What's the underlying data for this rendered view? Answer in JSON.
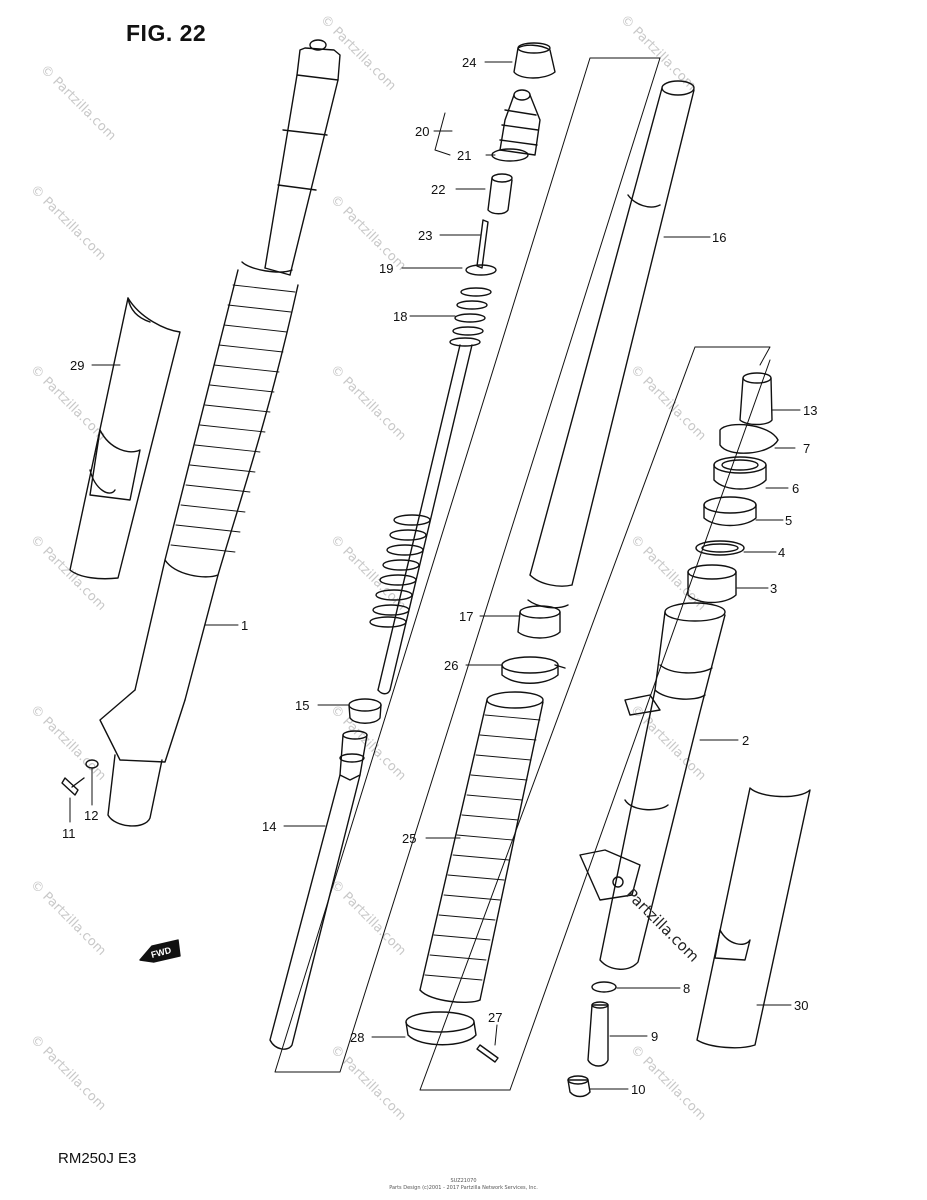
{
  "figure": {
    "title": "FIG. 22",
    "model_code": "RM250J  E3"
  },
  "callouts": [
    {
      "id": "24",
      "label": "24"
    },
    {
      "id": "20",
      "label": "20"
    },
    {
      "id": "21",
      "label": "21"
    },
    {
      "id": "22",
      "label": "22"
    },
    {
      "id": "23",
      "label": "23"
    },
    {
      "id": "19",
      "label": "19"
    },
    {
      "id": "18",
      "label": "18"
    },
    {
      "id": "16",
      "label": "16"
    },
    {
      "id": "29",
      "label": "29"
    },
    {
      "id": "13",
      "label": "13"
    },
    {
      "id": "7",
      "label": "7"
    },
    {
      "id": "6",
      "label": "6"
    },
    {
      "id": "5",
      "label": "5"
    },
    {
      "id": "4",
      "label": "4"
    },
    {
      "id": "3",
      "label": "3"
    },
    {
      "id": "17",
      "label": "17"
    },
    {
      "id": "1",
      "label": "1"
    },
    {
      "id": "26",
      "label": "26"
    },
    {
      "id": "15",
      "label": "15"
    },
    {
      "id": "2",
      "label": "2"
    },
    {
      "id": "14",
      "label": "14"
    },
    {
      "id": "25",
      "label": "25"
    },
    {
      "id": "11",
      "label": "11"
    },
    {
      "id": "12",
      "label": "12"
    },
    {
      "id": "8",
      "label": "8"
    },
    {
      "id": "30",
      "label": "30"
    },
    {
      "id": "28",
      "label": "28"
    },
    {
      "id": "27",
      "label": "27"
    },
    {
      "id": "9",
      "label": "9"
    },
    {
      "id": "10",
      "label": "10"
    }
  ],
  "direction_badge": "FWD",
  "watermark": {
    "text": "© Partzilla.com",
    "overlay_text": "Partzilla.com"
  },
  "footer": {
    "line1": "SUZ21070",
    "line2": "Parts Design (c)2001 - 2017 Partzilla Network Services, Inc."
  }
}
